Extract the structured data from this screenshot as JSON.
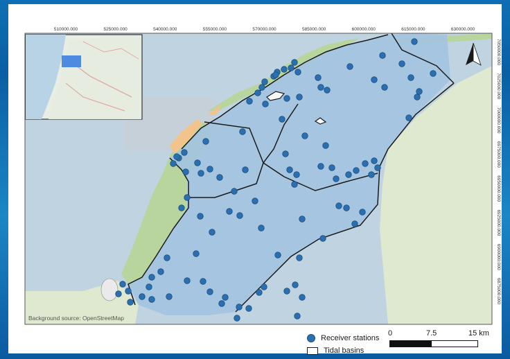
{
  "map": {
    "x_ticks": [
      "510000.000",
      "525000.000",
      "540000.000",
      "555000.000",
      "570000.000",
      "585000.000",
      "600000.000",
      "615000.000",
      "630000.000"
    ],
    "y_ticks": [
      "7050000.000",
      "7025000.000",
      "7000000.000",
      "6975000.000",
      "6950000.000",
      "6925000.000",
      "6900000.000",
      "6875000.000"
    ],
    "attribution": "Background source: OpenStreetMap",
    "north_arrow": "north-arrow-icon",
    "colors": {
      "sea": "#bfd4e0",
      "study_area": "#a3c3e0",
      "land": "#dfe9cf",
      "dunes": "#b8d59e",
      "beach": "#f2c48c",
      "station": "#2a6fb0",
      "basin_outline": "#1a1a1a"
    }
  },
  "legend": {
    "stations_label": "Receiver stations",
    "basins_label": "Tidal basins"
  },
  "scale": {
    "labels": [
      "0",
      "7.5",
      "15 km"
    ]
  },
  "inset": {
    "description_icon": "overview-inset-map"
  }
}
